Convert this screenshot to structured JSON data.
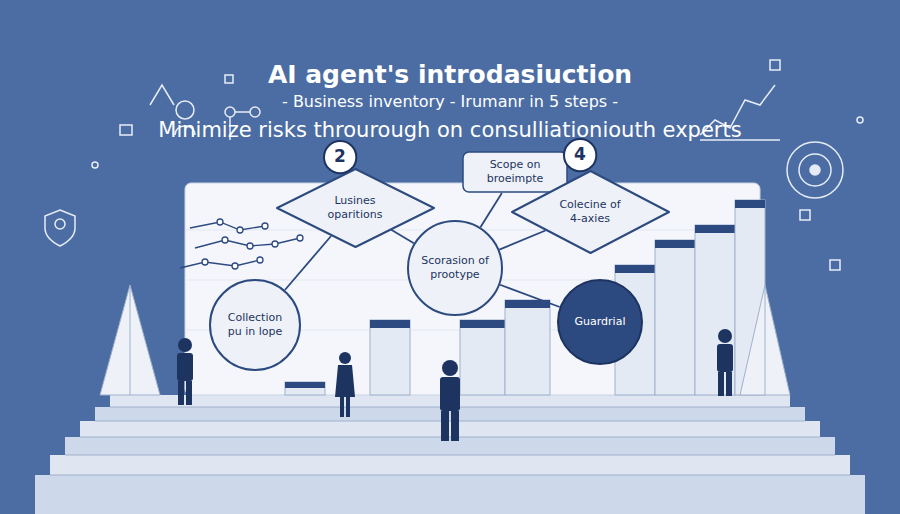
{
  "diagram": {
    "title": "AI agent's introdasiuction",
    "nodes": [
      {
        "text": [
          "2"
        ]
      },
      {
        "text": [
          "Scope on broeimpte"
        ]
      },
      {
        "text": [
          "4"
        ]
      },
      {
        "text": [
          "Lusines oparitions"
        ]
      },
      {
        "text": [
          "Colecine of 4-axies"
        ]
      },
      {
        "text": [
          "Scorasion of prootype"
        ]
      },
      {
        "text": [
          "Collection pu in lope"
        ]
      },
      {
        "text": [
          "Guardrial"
        ]
      }
    ],
    "edges": [
      {
        "from": 3,
        "to": 6,
        "arrow": "none"
      },
      {
        "from": 3,
        "to": 5,
        "arrow": "none"
      },
      {
        "from": 1,
        "to": 5,
        "arrow": "none"
      },
      {
        "from": 5,
        "to": 4,
        "arrow": "none"
      },
      {
        "from": 5,
        "to": 7,
        "arrow": "none"
      }
    ],
    "labels": [
      "- Business inventory - Irumanr in 5 steps -",
      "Minimize risks throurough on consulliationiouth experts"
    ]
  }
}
